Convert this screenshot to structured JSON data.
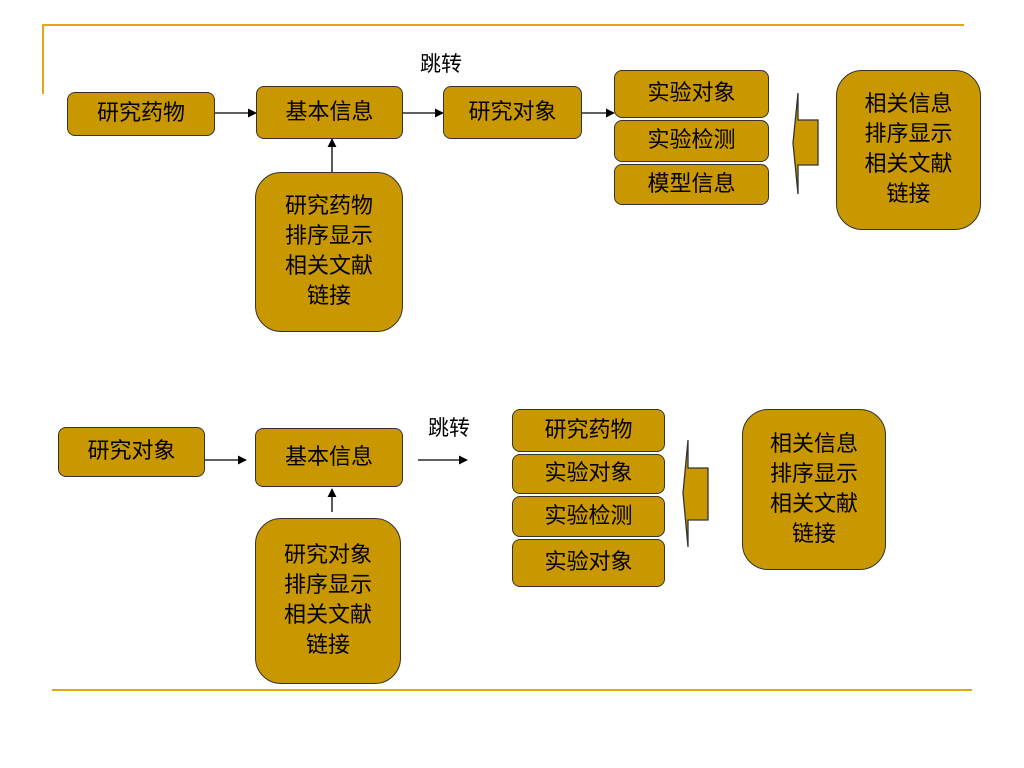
{
  "diagram1": {
    "jump_label": "跳转",
    "start": "研究药物",
    "center": "基本信息",
    "target": "研究对象",
    "below": "研究药物\n排序显示\n相关文献\n链接",
    "list": [
      "实验对象",
      "实验检测",
      "模型信息"
    ],
    "side": "相关信息\n排序显示\n相关文献\n链接"
  },
  "diagram2": {
    "jump_label": "跳转",
    "start": "研究对象",
    "center": "基本信息",
    "below": "研究对象\n排序显示\n相关文献\n链接",
    "list": [
      "研究药物",
      "实验对象",
      "实验检测",
      "实验对象"
    ],
    "side": "相关信息\n排序显示\n相关文献\n链接"
  }
}
